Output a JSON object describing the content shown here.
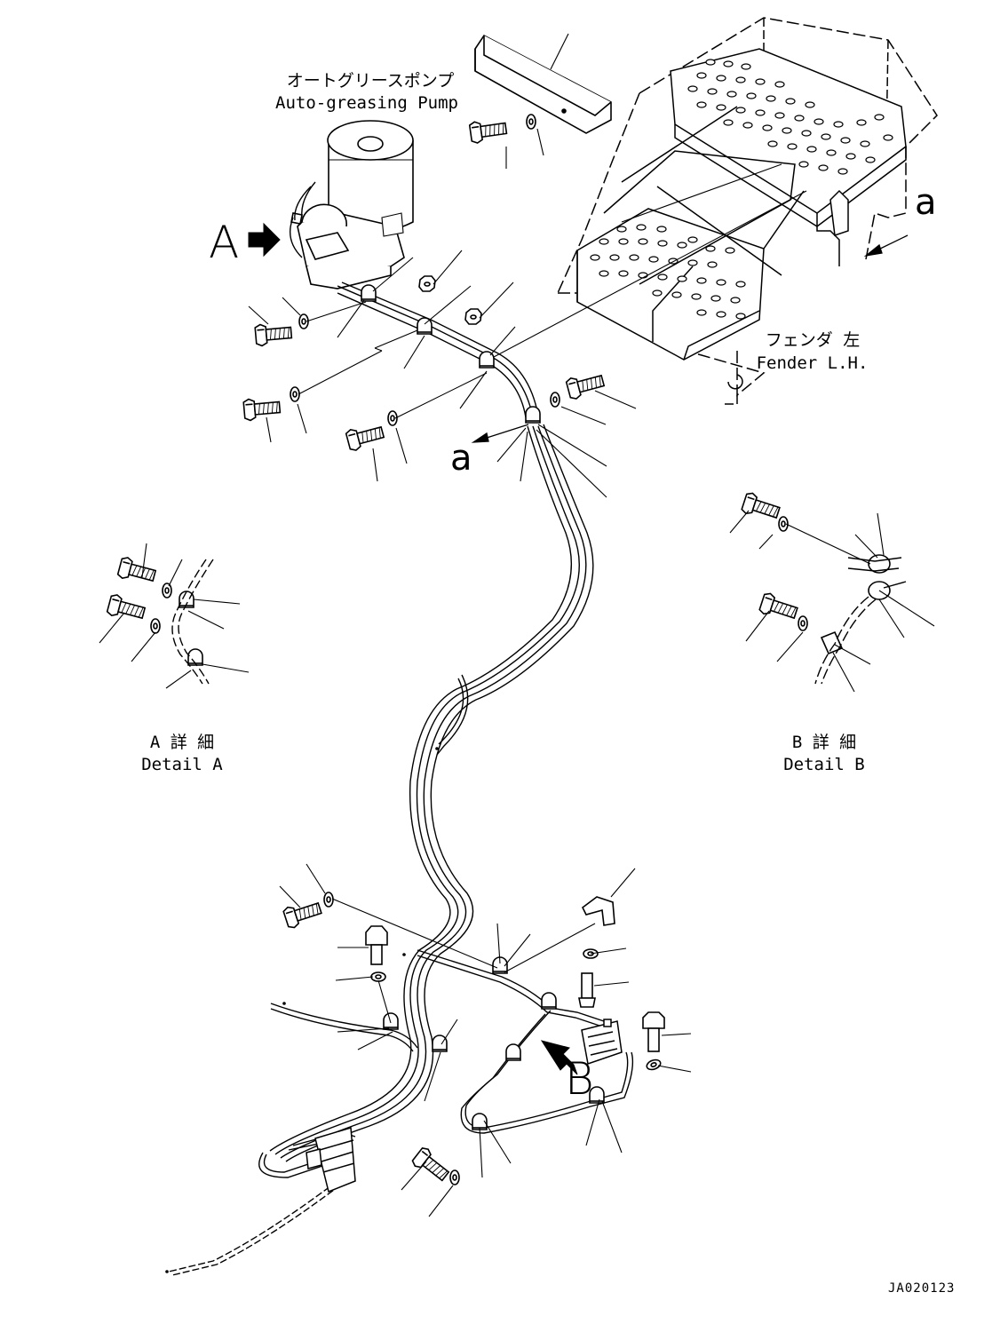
{
  "labels": {
    "pump_jp": "オートグリースポンプ",
    "pump_en": "Auto-greasing Pump",
    "fender_jp": "フェンダ 左",
    "fender_en": "Fender L.H.",
    "detail_a_jp": "A 詳 細",
    "detail_a_en": "Detail A",
    "detail_b_jp": "B 詳 細",
    "detail_b_en": "Detail B",
    "view_a_big": "A",
    "view_b_big": "B",
    "ref_a_top": "a",
    "ref_a_mid": "a",
    "drawing_code": "JA020123"
  },
  "colors": {
    "line": "#000000",
    "background": "#ffffff"
  }
}
